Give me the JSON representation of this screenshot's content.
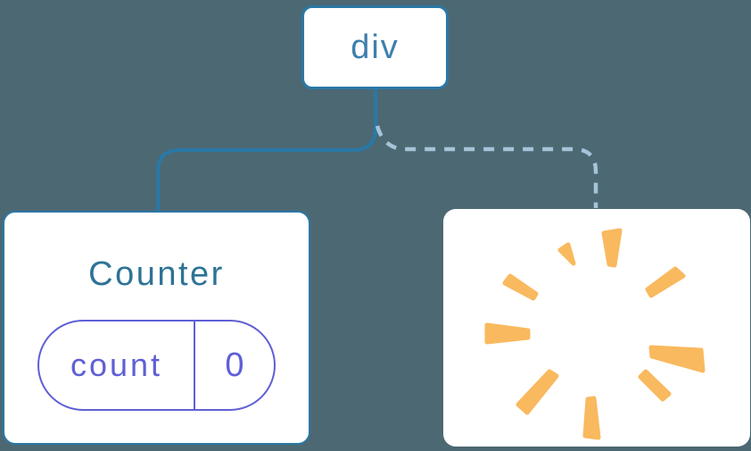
{
  "diagram": {
    "root": {
      "label": "div"
    },
    "counter_card": {
      "title": "Counter",
      "state_pill": {
        "name": "count",
        "value": "0"
      }
    },
    "removed_card": {
      "icon": "poof-starburst-icon"
    },
    "edges": {
      "left": {
        "style": "solid"
      },
      "right": {
        "style": "dashed"
      }
    }
  },
  "colors": {
    "background": "#4c6873",
    "card_bg": "#ffffff",
    "node_border": "#2a78a6",
    "solid_edge": "#2a78a6",
    "dashed_edge": "#a6c3d8",
    "root_text": "#3d7fae",
    "counter_title": "#2d7396",
    "pill": "#5f5fd6",
    "poof_orange": "#f9b95e"
  }
}
